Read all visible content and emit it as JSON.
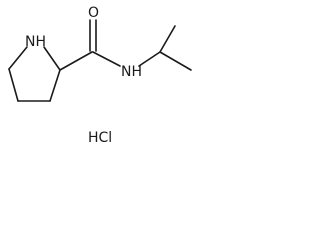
{
  "molecule": {
    "atoms": {
      "ring_nh": "NH",
      "carbonyl_o": "O",
      "amide_nh": "NH"
    },
    "salt": "HCl"
  },
  "colors": {
    "bond": "#1a1a1a",
    "text": "#1a1a1a",
    "background": "#ffffff"
  }
}
